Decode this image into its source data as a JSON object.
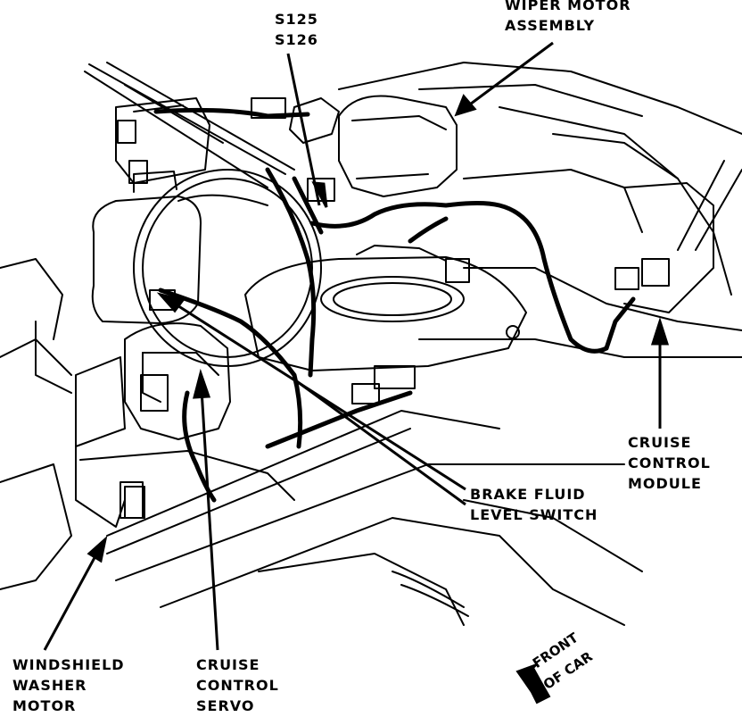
{
  "callouts": {
    "splices": [
      "S125",
      "S126"
    ],
    "wiper_motor": [
      "WIPER MOTOR",
      "ASSEMBLY"
    ],
    "cruise_module": [
      "CRUISE",
      "CONTROL",
      "MODULE"
    ],
    "brake_switch": [
      "BRAKE FLUID",
      "LEVEL SWITCH"
    ],
    "washer_motor": [
      "WINDSHIELD",
      "WASHER",
      "MOTOR"
    ],
    "cruise_servo": [
      "CRUISE",
      "CONTROL",
      "SERVO"
    ]
  },
  "front_indicator": [
    "FRONT",
    "OF CAR"
  ],
  "colors": {
    "ink": "#000000",
    "paper": "#ffffff"
  }
}
